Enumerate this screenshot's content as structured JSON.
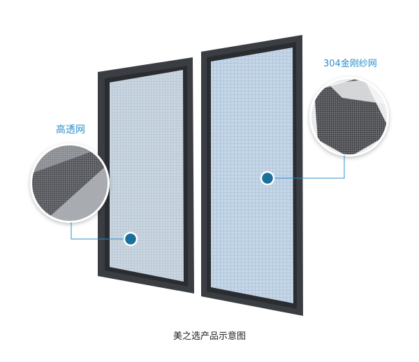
{
  "labels": {
    "left_mesh": "高透网",
    "right_mesh": "304金刚纱网"
  },
  "caption": "美之选产品示意图",
  "colors": {
    "frame": "#3a3d42",
    "mesh_left": "#c8d6e2",
    "mesh_right": "#c3d5e6",
    "accent": "#2d8fc9",
    "marker": "#1a6f9c"
  }
}
